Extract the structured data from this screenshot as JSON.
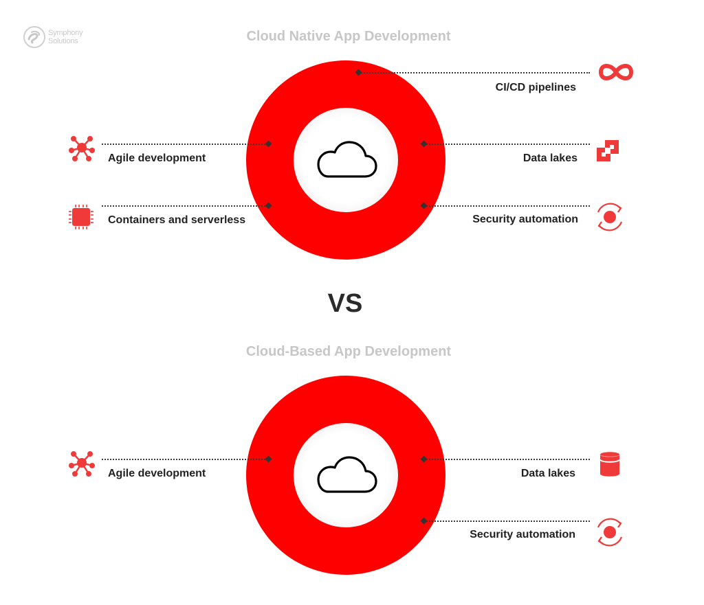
{
  "logo": {
    "line1": "Symphony",
    "line2": "Solutions"
  },
  "colors": {
    "accent": "#ff0000",
    "icon": "#f03a3a",
    "title": "#c7c7c7",
    "text": "#222222"
  },
  "native": {
    "title": "Cloud Native App Development",
    "features": [
      {
        "label": "CI/CD pipelines",
        "icon": "infinity-icon",
        "side": "right"
      },
      {
        "label": "Agile development",
        "icon": "network-icon",
        "side": "left"
      },
      {
        "label": "Data lakes",
        "icon": "overlapping-squares-icon",
        "side": "right"
      },
      {
        "label": "Containers and serverless",
        "icon": "chip-icon",
        "side": "left"
      },
      {
        "label": "Security automation",
        "icon": "refresh-target-icon",
        "side": "right"
      }
    ],
    "center_icon": "cloud-icon"
  },
  "vs": "VS",
  "based": {
    "title": "Cloud-Based App Development",
    "features": [
      {
        "label": "Agile development",
        "icon": "network-icon",
        "side": "left"
      },
      {
        "label": "Data lakes",
        "icon": "database-icon",
        "side": "right"
      },
      {
        "label": "Security automation",
        "icon": "refresh-target-icon",
        "side": "right"
      }
    ],
    "center_icon": "cloud-icon"
  }
}
